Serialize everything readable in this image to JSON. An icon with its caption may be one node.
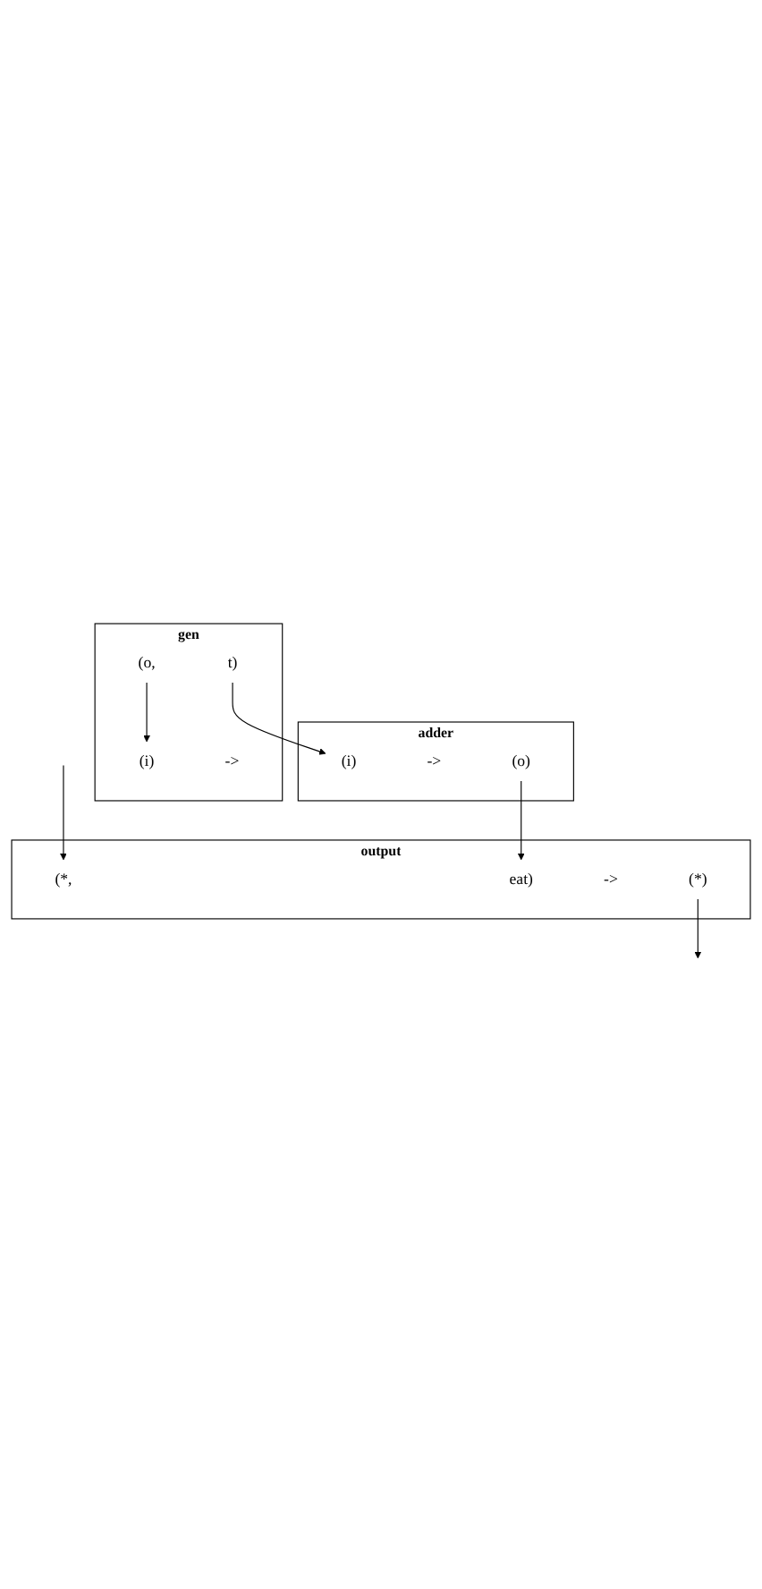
{
  "diagram": {
    "nodes": [
      {
        "text": [
          "gen"
        ]
      },
      {
        "text": [
          "(i)"
        ],
        "in": 0
      },
      {
        "text": [
          "->"
        ],
        "in": 0
      },
      {
        "text": [
          "(o,"
        ],
        "in": 0
      },
      {
        "text": [
          "t)"
        ],
        "in": 0
      },
      {
        "text": [
          "adder"
        ]
      },
      {
        "text": [
          "(i)"
        ],
        "in": 5
      },
      {
        "text": [
          "->"
        ],
        "in": 5
      },
      {
        "text": [
          "(o)"
        ],
        "in": 5
      },
      {
        "text": [
          "output"
        ]
      },
      {
        "text": [
          "(*,"
        ],
        "in": 9
      },
      {
        "text": [
          "eat)"
        ],
        "in": 9
      },
      {
        "text": [
          "->"
        ],
        "in": 9
      },
      {
        "text": [
          "(*)"
        ],
        "in": 9
      }
    ],
    "edges": [
      {
        "from": 3,
        "to": 1,
        "arrow": "to"
      },
      {
        "from": 4,
        "to": 6,
        "arrow": "to"
      },
      {
        "from": 8,
        "to": 11,
        "arrow": "to"
      },
      {
        "from": null,
        "to": 10,
        "arrow": "to"
      },
      {
        "from": 13,
        "to": null,
        "arrow": "to"
      }
    ]
  }
}
